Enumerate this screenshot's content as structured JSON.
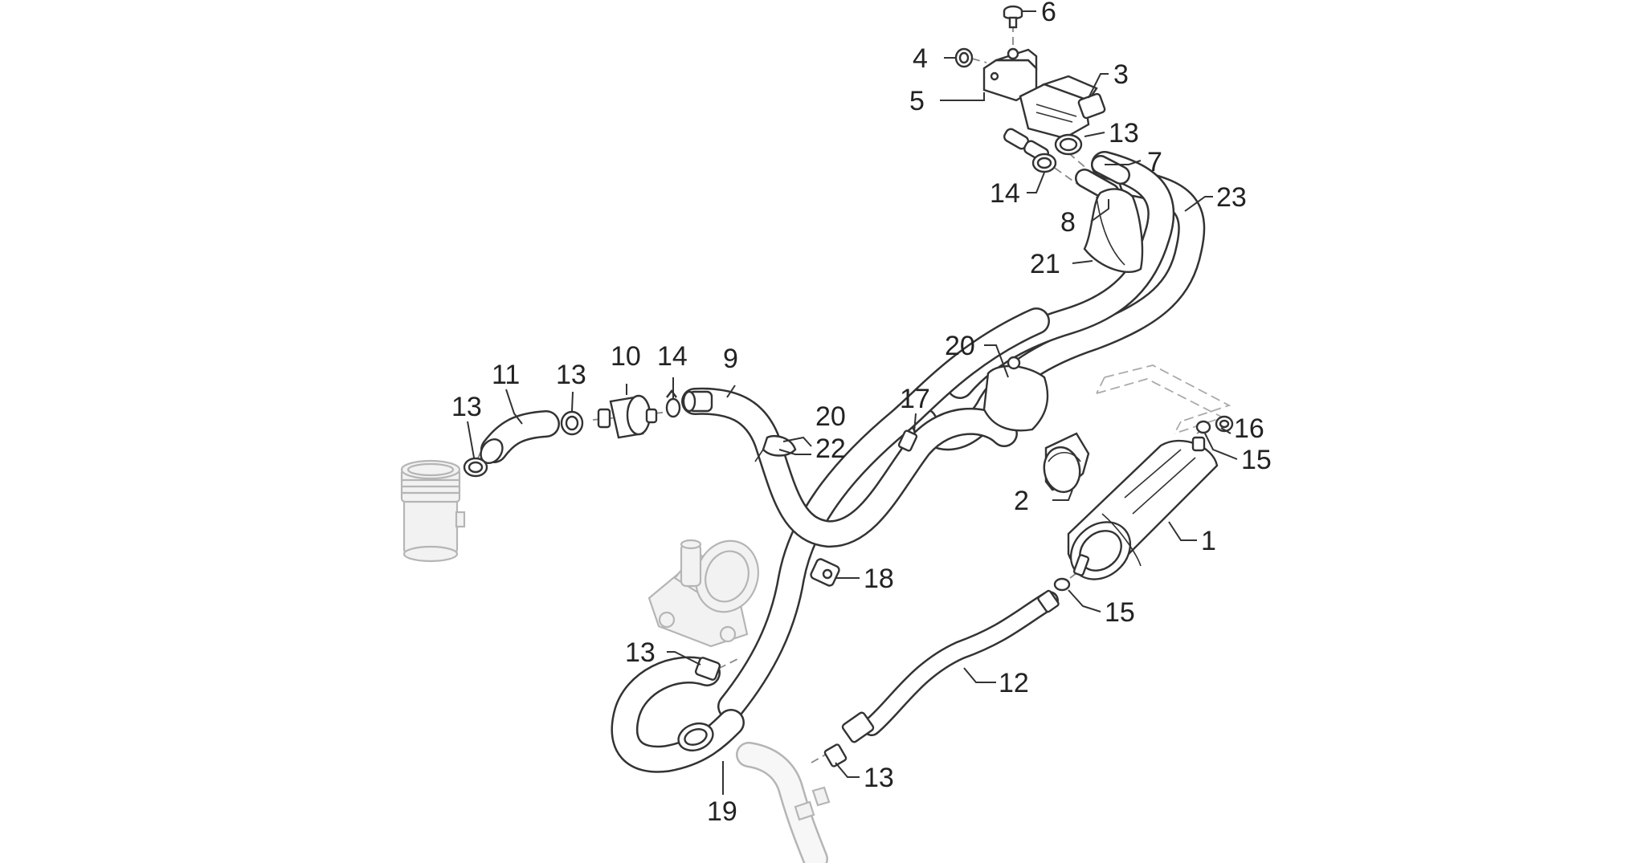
{
  "callouts": [
    {
      "id": "c1",
      "text": "1"
    },
    {
      "id": "c2",
      "text": "2"
    },
    {
      "id": "c3",
      "text": "3"
    },
    {
      "id": "c4",
      "text": "4"
    },
    {
      "id": "c5",
      "text": "5"
    },
    {
      "id": "c6",
      "text": "6"
    },
    {
      "id": "c7",
      "text": "7"
    },
    {
      "id": "c8",
      "text": "8"
    },
    {
      "id": "c9",
      "text": "9"
    },
    {
      "id": "c10",
      "text": "10"
    },
    {
      "id": "c11",
      "text": "11"
    },
    {
      "id": "c12",
      "text": "12"
    },
    {
      "id": "c13a",
      "text": "13"
    },
    {
      "id": "c13b",
      "text": "13"
    },
    {
      "id": "c13c",
      "text": "13"
    },
    {
      "id": "c13d",
      "text": "13"
    },
    {
      "id": "c13e",
      "text": "13"
    },
    {
      "id": "c14a",
      "text": "14"
    },
    {
      "id": "c14b",
      "text": "14"
    },
    {
      "id": "c15a",
      "text": "15"
    },
    {
      "id": "c15b",
      "text": "15"
    },
    {
      "id": "c16",
      "text": "16"
    },
    {
      "id": "c17",
      "text": "17"
    },
    {
      "id": "c18",
      "text": "18"
    },
    {
      "id": "c19",
      "text": "19"
    },
    {
      "id": "c20a",
      "text": "20"
    },
    {
      "id": "c20b",
      "text": "20"
    },
    {
      "id": "c21",
      "text": "21"
    },
    {
      "id": "c22",
      "text": "22"
    },
    {
      "id": "c23",
      "text": "23"
    }
  ]
}
